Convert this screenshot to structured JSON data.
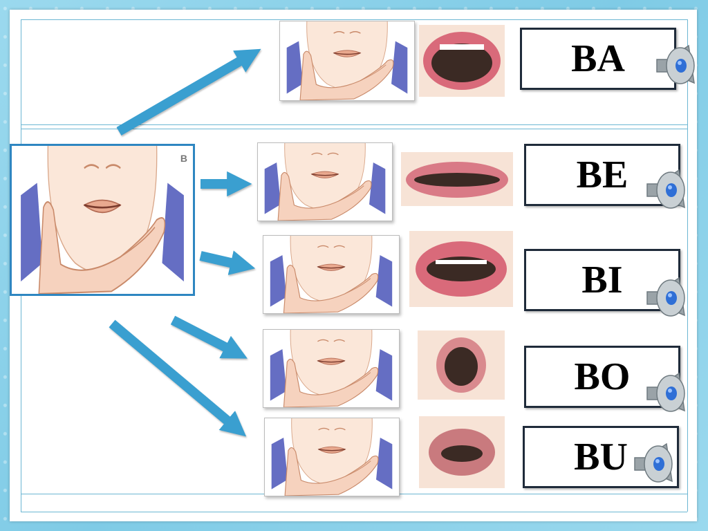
{
  "main_image": {
    "corner_label": "B"
  },
  "rows": [
    {
      "syllable": "BA",
      "mouth": "open"
    },
    {
      "syllable": "BE",
      "mouth": "wide"
    },
    {
      "syllable": "BI",
      "mouth": "smile"
    },
    {
      "syllable": "BO",
      "mouth": "round"
    },
    {
      "syllable": "BU",
      "mouth": "pursed"
    }
  ],
  "colors": {
    "arrow": "#3a9fd0",
    "frame_line": "#6bb6d3",
    "main_border": "#2e86c1",
    "speaker_cone": "#9aa3a8",
    "speaker_center": "#2f6fd6"
  },
  "icons": {
    "speaker": "speaker-icon",
    "arrow": "arrow-right-icon"
  }
}
